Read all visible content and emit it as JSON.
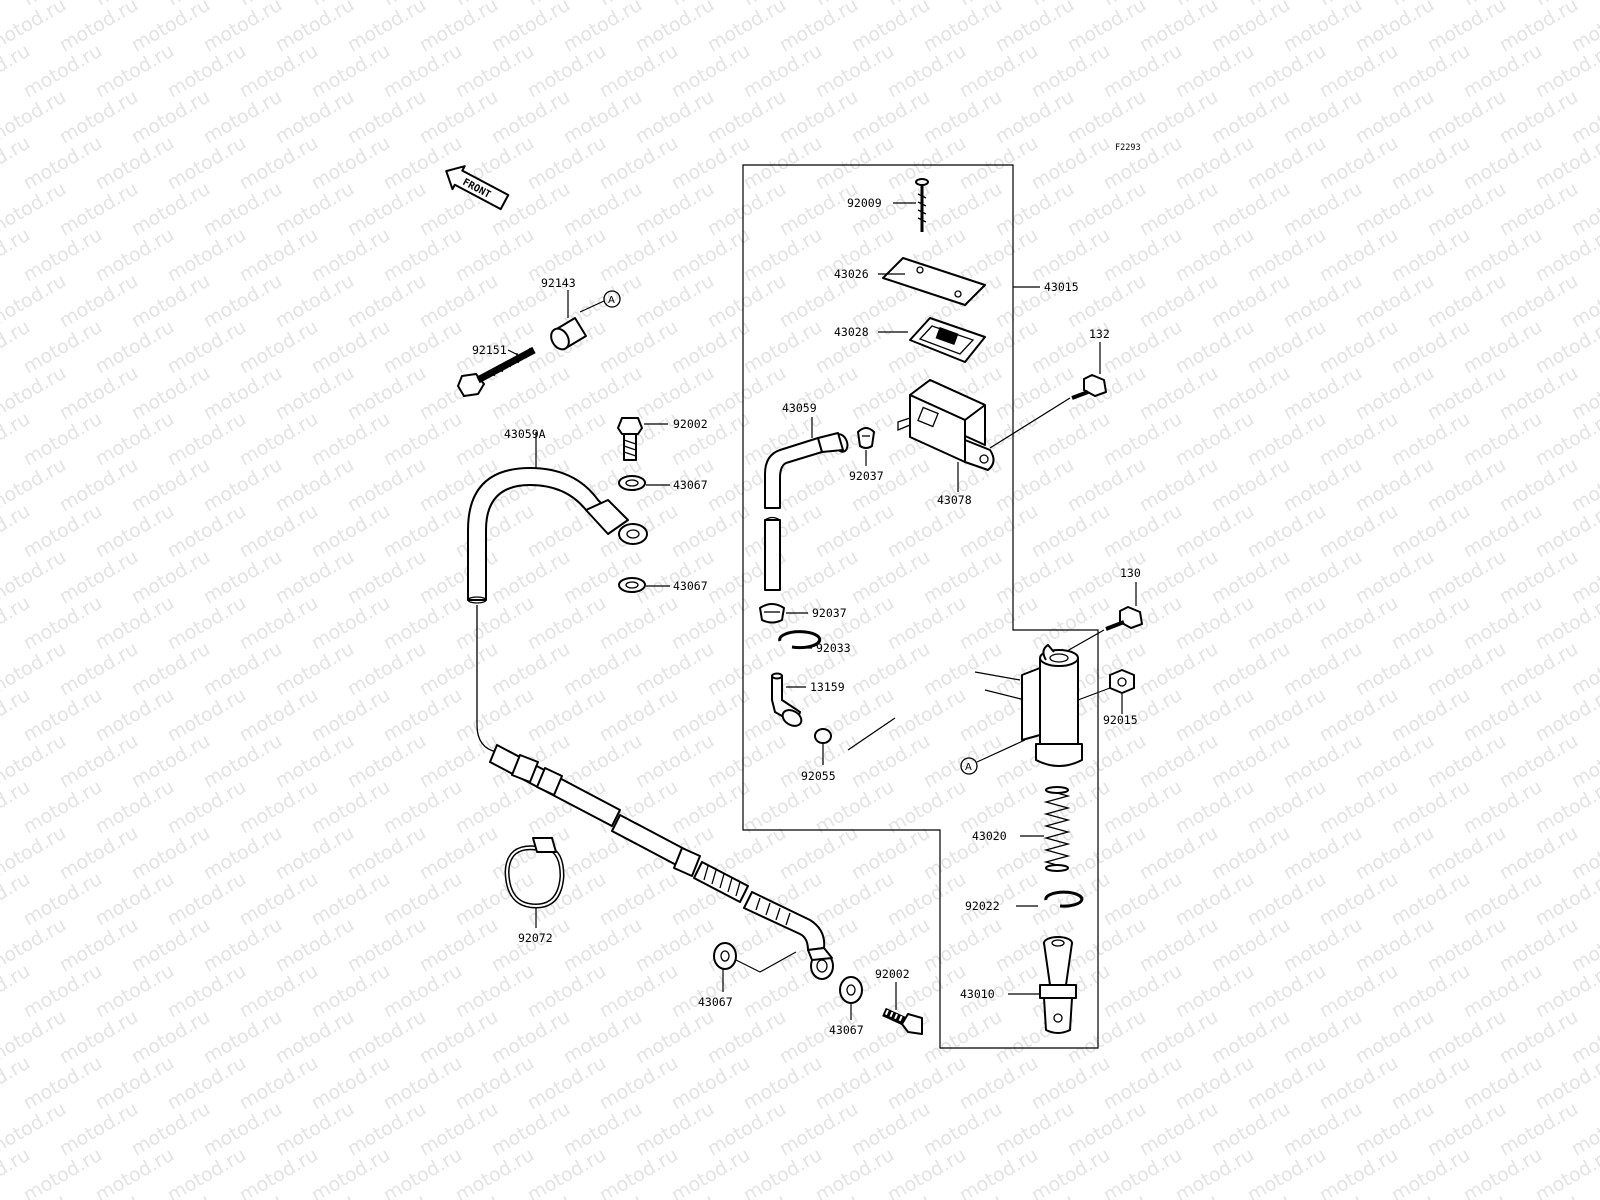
{
  "watermark": "motod.ru",
  "figure_code": "F2293",
  "front_label": "FRONT",
  "callout_letter": "A",
  "part_labels": {
    "p92009": "92009",
    "p43026": "43026",
    "p43015": "43015",
    "p43028": "43028",
    "p132": "132",
    "p43059": "43059",
    "p92037a": "92037",
    "p43078": "43078",
    "p92143": "92143",
    "p92151": "92151",
    "p92002a": "92002",
    "p43067a": "43067",
    "p43059A": "43059A",
    "p43067b": "43067",
    "p92037b": "92037",
    "p92033": "92033",
    "p13159": "13159",
    "p92055": "92055",
    "p130": "130",
    "p92015": "92015",
    "p43020": "43020",
    "p92022": "92022",
    "p43010": "43010",
    "p92072": "92072",
    "p43067c": "43067",
    "p92002b": "92002",
    "p43067d": "43067"
  }
}
